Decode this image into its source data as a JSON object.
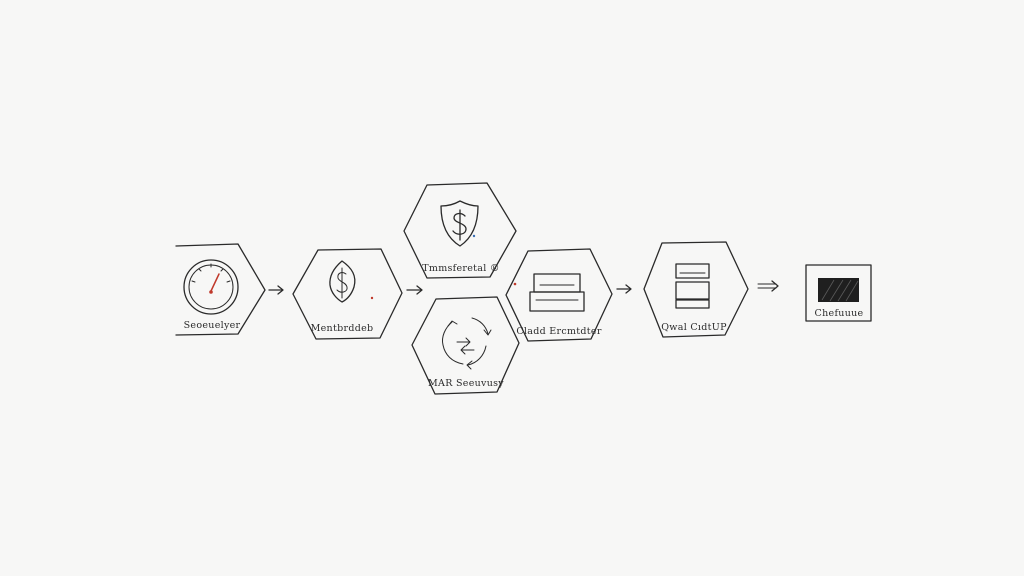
{
  "nodes": {
    "speedometer": {
      "label": "Seoeuelyer",
      "icon": "speedometer-icon"
    },
    "security_leaf": {
      "label": "Mentbrddeb",
      "icon": "dollar-leaf-icon"
    },
    "protection": {
      "label": "Tmmsferetal ®",
      "icon": "dollar-shield-icon"
    },
    "cycle": {
      "label": "MAR Seeuvusy",
      "icon": "cycle-arrows-icon"
    },
    "cloud": {
      "label": "Cladd Ercmtdter",
      "icon": "panel-box-icon"
    },
    "qual": {
      "label": "Qwal CıdtUP",
      "icon": "stacked-boxes-icon"
    },
    "output": {
      "label": "Chefuuue",
      "icon": "hatched-block-icon"
    }
  },
  "colors": {
    "ink": "#2a2a2a",
    "accent": "#c0392b",
    "background": "#f7f7f6"
  }
}
